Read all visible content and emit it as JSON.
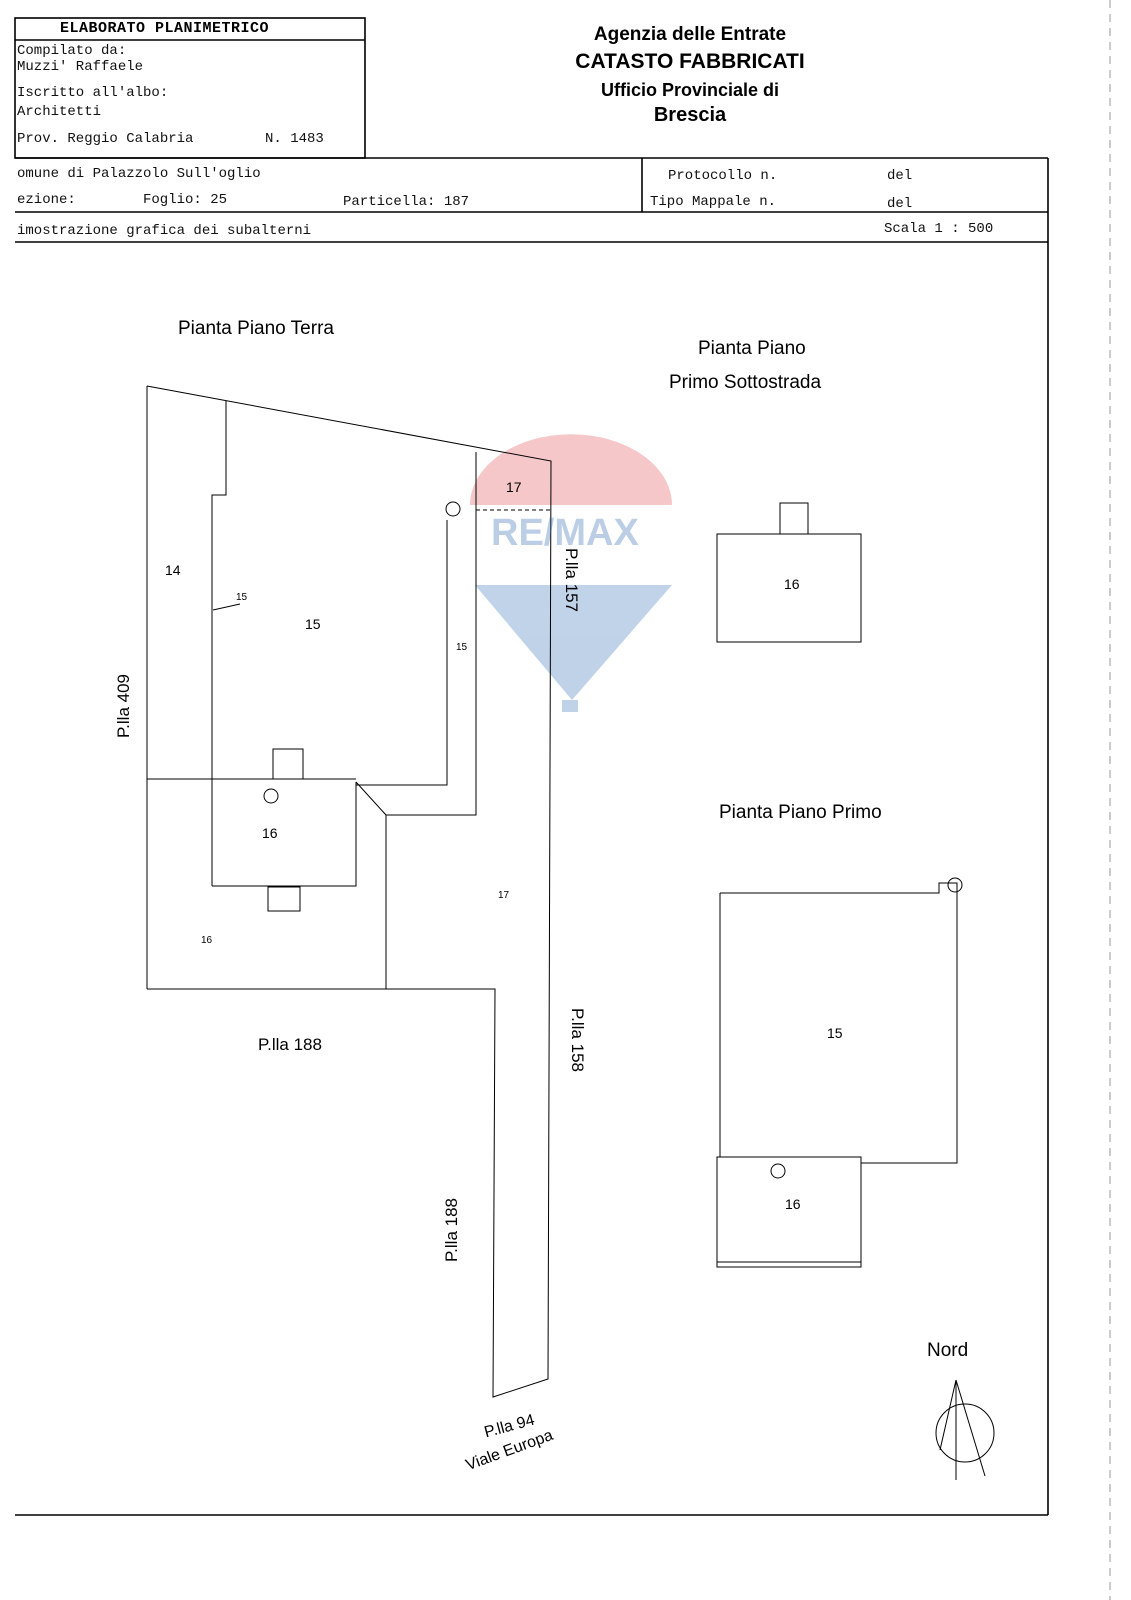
{
  "header": {
    "title": "ELABORATO PLANIMETRICO",
    "compiled_by_label": "Compilato da:",
    "compiled_by": "Muzzi' Raffaele",
    "registered_label": "Iscritto all'albo:",
    "registered": "Architetti",
    "province": "Prov. Reggio Calabria",
    "number": "N. 1483"
  },
  "agency": {
    "name": "Agenzia delle Entrate",
    "dept": "CATASTO FABBRICATI",
    "office": "Ufficio Provinciale di",
    "city": "Brescia"
  },
  "info": {
    "comune": "omune di Palazzolo Sull'oglio",
    "sezione": "ezione:",
    "foglio": "Foglio: 25",
    "particella": "Particella: 187",
    "protocollo": "Protocollo n.",
    "del1": "del",
    "tipo_mappale": "Tipo Mappale n.",
    "del2": "del",
    "demo": "imostrazione grafica dei subalterni",
    "scala": "Scala 1 : 500"
  },
  "plans": {
    "terra_title": "Pianta Piano Terra",
    "sotto_title_1": "Pianta Piano",
    "sotto_title_2": "Primo Sottostrada",
    "primo_title": "Pianta Piano Primo"
  },
  "labels": {
    "u14": "14",
    "u15_main": "15",
    "u15_small_left": "15",
    "u15_small_right": "15",
    "u16_terra": "16",
    "u16_small": "16",
    "u17_top": "17",
    "u17_small": "17",
    "u16_sotto": "16",
    "u15_primo": "15",
    "u16_primo": "16",
    "plla409": "P.lla 409",
    "plla157": "P.lla 157",
    "plla188_h": "P.lla 188",
    "plla158": "P.lla 158",
    "plla188_v": "P.lla 188",
    "plla94": "P.lla 94",
    "viale": "Viale Europa",
    "nord": "Nord"
  },
  "watermark": {
    "text": "RE/MAX",
    "red": "#e0363c",
    "blue": "#2060b0"
  }
}
